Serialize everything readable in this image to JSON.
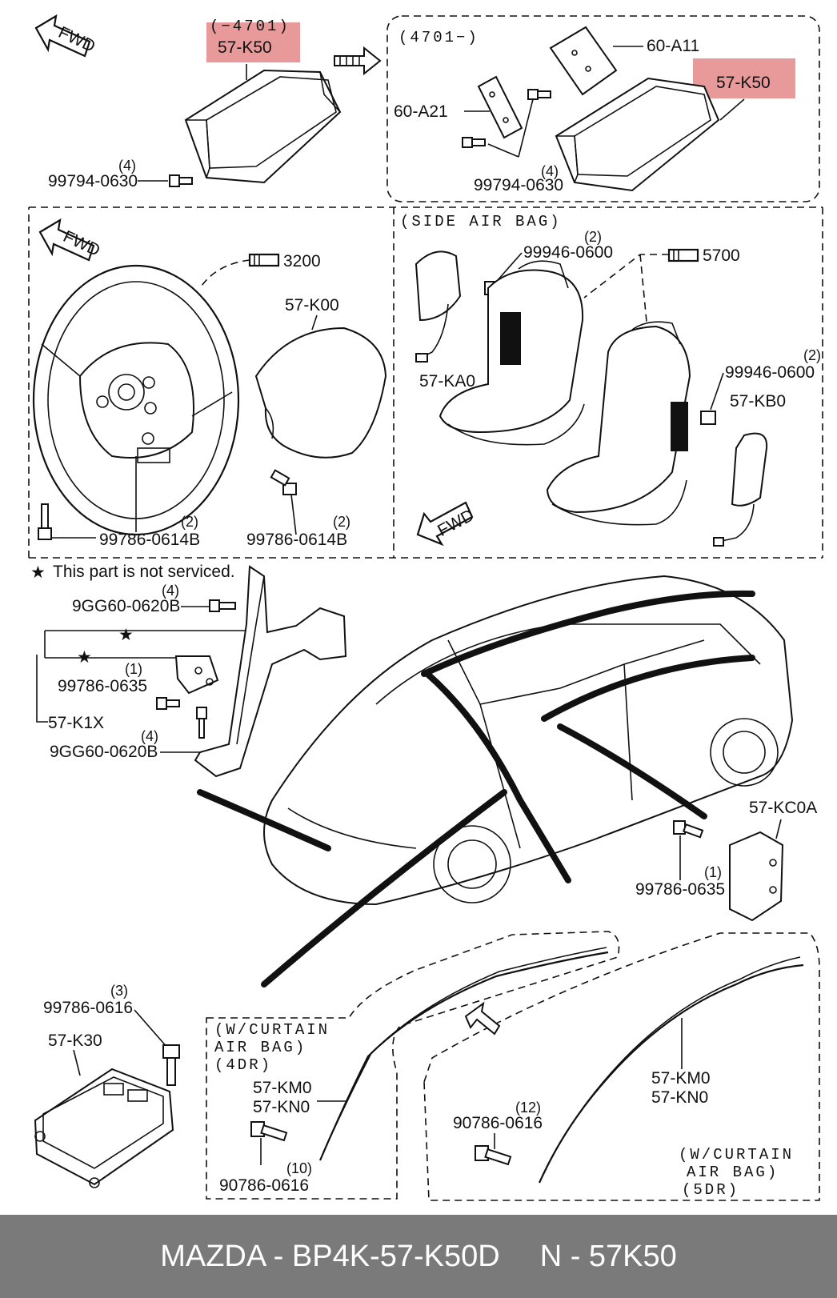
{
  "labels": {
    "fwd1": "FWD",
    "fwd2": "FWD",
    "fwd3": "FWD",
    "range1": "(−4701)",
    "range2": "(4701−)",
    "k50_left": "57-K50",
    "k50_right": "57-K50",
    "a11": "60-A11",
    "a21": "60-A21",
    "q4a": "(4)",
    "bolt_0630a": "99794-0630",
    "q4b": "(4)",
    "bolt_0630b": "99794-0630",
    "ref3200": "3200",
    "k00": "57-K00",
    "q2a": "(2)",
    "bolt_0614a": "99786-0614B",
    "q2b": "(2)",
    "bolt_0614b": "99786-0614B",
    "side_bag": "(SIDE AIR BAG)",
    "q2c": "(2)",
    "nut_0600a": "99946-0600",
    "ref5700": "5700",
    "ka0": "57-KA0",
    "q2d": "(2)",
    "nut_0600b": "99946-0600",
    "kb0": "57-KB0",
    "note": "This part is not serviced.",
    "q4c": "(4)",
    "bolt_0620a": "9GG60-0620B",
    "q1a": "(1)",
    "bolt_0635a": "99786-0635",
    "k1x": "57-K1X",
    "q4d": "(4)",
    "bolt_0620b": "9GG60-0620B",
    "kc0a": "57-KC0A",
    "q1b": "(1)",
    "bolt_0635b": "99786-0635",
    "q3": "(3)",
    "bolt_0616a": "99786-0616",
    "k30": "57-K30",
    "curtain4_l1": "(W/CURTAIN",
    "curtain4_l2": "AIR BAG)",
    "curtain4_l3": "(4DR)",
    "km0_a": "57-KM0",
    "kn0_a": "57-KN0",
    "q10": "(10)",
    "bolt_0616b": "90786-0616",
    "km0_b": "57-KM0",
    "kn0_b": "57-KN0",
    "q12": "(12)",
    "bolt_0616c": "90786-0616",
    "curtain5_l1": "(W/CURTAIN",
    "curtain5_l2": "AIR BAG)",
    "curtain5_l3": "(5DR)"
  },
  "footer": {
    "part": "MAZDA - BP4K-57-K50D",
    "short": "N - 57K50"
  },
  "colors": {
    "highlight": "#e89a9a",
    "footer_bg": "#7a7a7a"
  }
}
